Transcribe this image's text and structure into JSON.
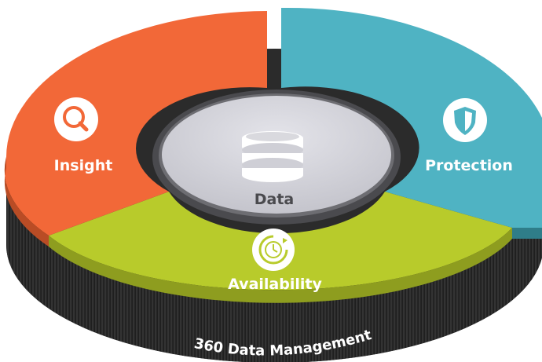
{
  "diagram": {
    "center_label": "Data",
    "center_icon": "database-icon",
    "base_label": "360 Data Management",
    "segments": [
      {
        "id": "insight",
        "label": "Insight",
        "icon": "magnifier-icon",
        "color": "#f26838"
      },
      {
        "id": "protection",
        "label": "Protection",
        "icon": "shield-icon",
        "color": "#4fb3c3"
      },
      {
        "id": "availability",
        "label": "Availability",
        "icon": "clock-refresh-icon",
        "color": "#b8cb2b"
      }
    ],
    "colors": {
      "base": "#2e2e2e",
      "hub": "#cfcfd6",
      "hub_ring": "#555559",
      "icon_fill": "#ffffff"
    }
  }
}
